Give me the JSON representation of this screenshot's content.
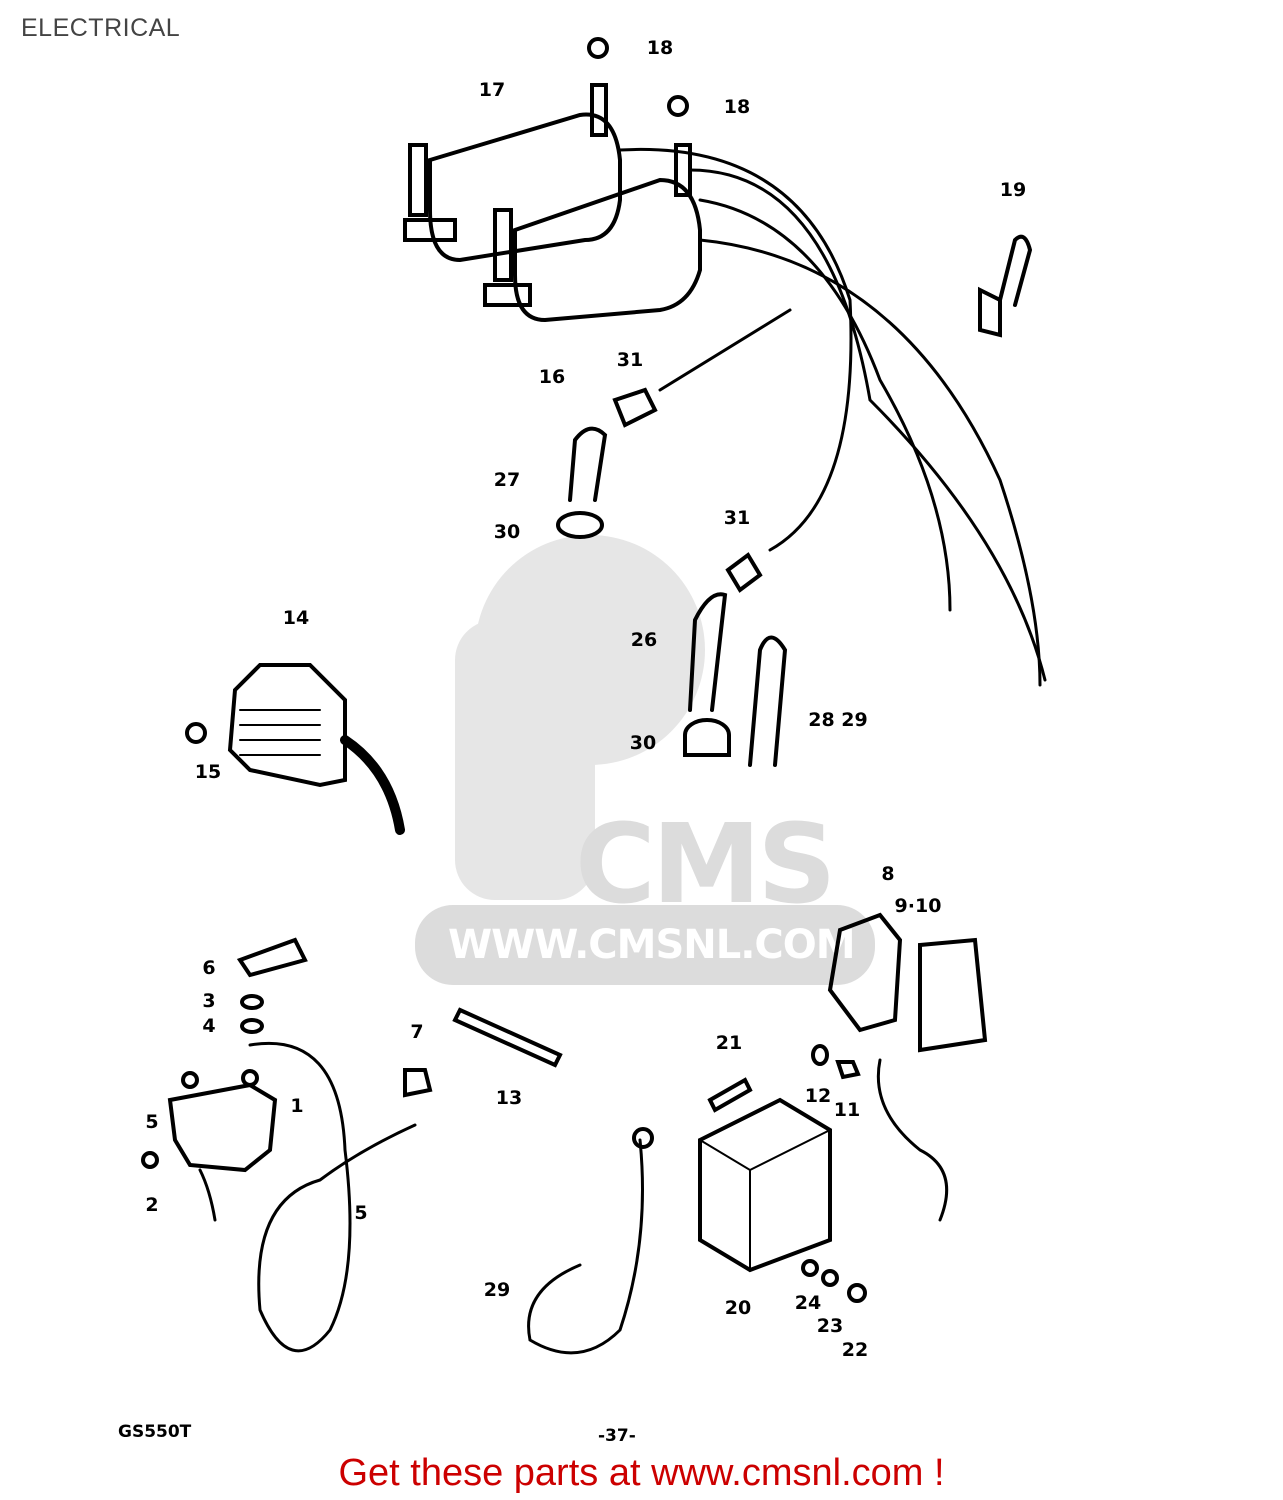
{
  "title": "ELECTRICAL",
  "watermark": {
    "brand": "CMS",
    "url": "WWW.CMSNL.COM"
  },
  "callouts": [
    "18",
    "18",
    "17",
    "19",
    "16",
    "31",
    "27",
    "30",
    "31",
    "14",
    "26",
    "15",
    "30",
    "28 29",
    "8",
    "9·10",
    "6",
    "3",
    "4",
    "7",
    "21",
    "1",
    "13",
    "12",
    "11",
    "5",
    "2",
    "5",
    "29",
    "20",
    "24",
    "23",
    "22"
  ],
  "footer": {
    "model": "GS550T",
    "page": "-37-"
  },
  "promo": "Get these parts at www.cmsnl.com !",
  "colors": {
    "promo": "#cc0000",
    "watermark": "#dcdcdc",
    "line": "#000000"
  }
}
